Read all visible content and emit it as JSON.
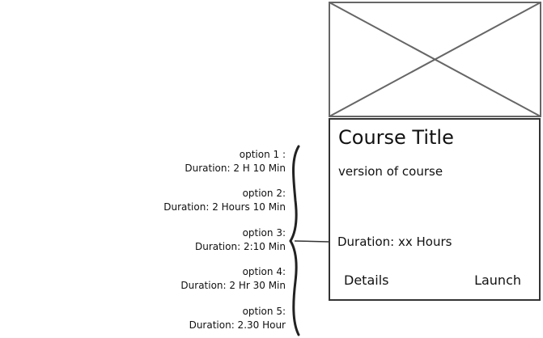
{
  "image_placeholder": {
    "icon": "image-placeholder-x"
  },
  "card": {
    "title": "Course Title",
    "version": "version of course",
    "duration": "Duration: xx Hours",
    "details_label": "Details",
    "launch_label": "Launch"
  },
  "options": [
    {
      "label": "option 1 :",
      "duration": "Duration: 2 H 10 Min"
    },
    {
      "label": "option 2:",
      "duration": "Duration: 2 Hours 10 Min"
    },
    {
      "label": "option 3:",
      "duration": "Duration: 2:10 Min"
    },
    {
      "label": "option 4:",
      "duration": "Duration: 2 Hr 30 Min"
    },
    {
      "label": "option 5:",
      "duration": "Duration: 2.30 Hour"
    }
  ],
  "colors": {
    "stroke": "#333333",
    "placeholder_stroke": "#666666",
    "text": "#111111"
  }
}
